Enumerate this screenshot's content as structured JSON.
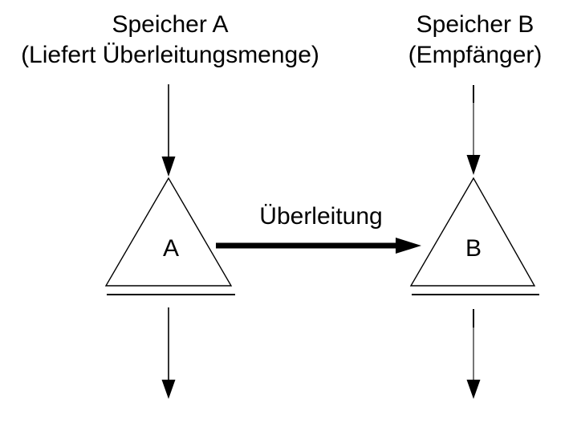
{
  "titles": {
    "a_line1": "Speicher A",
    "a_line2": "(Liefert Überleitungsmenge)",
    "b_line1": "Speicher B",
    "b_line2": "(Empfänger)"
  },
  "nodes": {
    "a": "A",
    "b": "B"
  },
  "transfer": {
    "label": "Überleitung"
  },
  "icons": {
    "inflow_arrow_a": "down-arrow",
    "inflow_arrow_b": "down-arrow",
    "outflow_arrow_a": "down-arrow",
    "outflow_arrow_b": "down-arrow",
    "transfer_arrow": "right-arrow"
  },
  "colors": {
    "ink": "#000000",
    "paper": "#ffffff",
    "secondary_line": "#757575"
  }
}
